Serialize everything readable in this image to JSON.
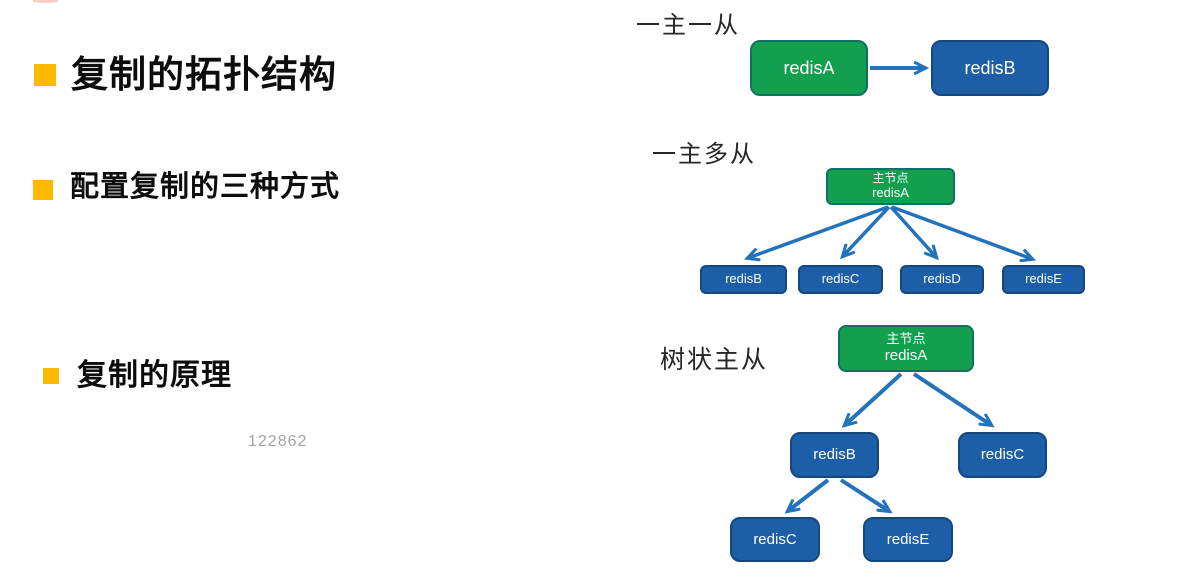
{
  "slide": {
    "watermark": "122862",
    "colors": {
      "bullet_accent": "#FFB900",
      "master_fill": "#12A04F",
      "master_border": "#0e7066",
      "slave_fill": "#1C5FA6",
      "slave_border": "#14477e",
      "arrow": "#2272BC",
      "heading_text": "#0d0d0d",
      "title_text": "#262626",
      "watermark_text": "#a3a3a3"
    }
  },
  "outline": {
    "items": [
      {
        "label": "复制的拓扑结构"
      },
      {
        "label": "配置复制的三种方式"
      },
      {
        "label": "复制的原理"
      }
    ]
  },
  "diagrams": {
    "one_master_one_slave": {
      "title": "一主一从",
      "master": "redisA",
      "slave": "redisB"
    },
    "one_master_multi_slave": {
      "title": "一主多从",
      "master_role": "主节点",
      "master_name": "redisA",
      "slaves": [
        "redisB",
        "redisC",
        "redisD",
        "redisE"
      ]
    },
    "tree_master_slave": {
      "title": "树状主从",
      "master_role": "主节点",
      "master_name": "redisA",
      "level1": [
        "redisB",
        "redisC"
      ],
      "level2": [
        "redisC",
        "redisE"
      ]
    }
  }
}
